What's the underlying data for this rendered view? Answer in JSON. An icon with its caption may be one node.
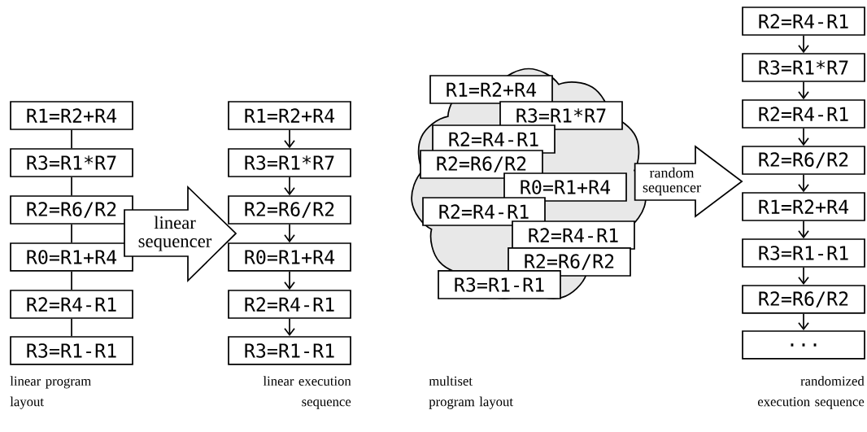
{
  "diagram": {
    "nodes": [
      {
        "text": [
          "R1=R2+R4"
        ]
      },
      {
        "text": [
          "R3=R1*R7"
        ]
      },
      {
        "text": [
          "R2=R6/R2"
        ]
      },
      {
        "text": [
          "R0=R1+R4"
        ]
      },
      {
        "text": [
          "R2=R4-R1"
        ]
      },
      {
        "text": [
          "R3=R1-R1"
        ],
        "beside": [
          "linear program layout"
        ]
      },
      {
        "text": [
          "linear sequencer"
        ]
      },
      {
        "text": [
          "R1=R2+R4"
        ]
      },
      {
        "text": [
          "R3=R1*R7"
        ]
      },
      {
        "text": [
          "R2=R6/R2"
        ]
      },
      {
        "text": [
          "R0=R1+R4"
        ]
      },
      {
        "text": [
          "R2=R4-R1"
        ]
      },
      {
        "text": [
          "R3=R1-R1"
        ],
        "beside": [
          "linear execution sequence"
        ]
      },
      {
        "text": [],
        "shape": "cloud"
      },
      {
        "text": [
          "R1=R2+R4"
        ],
        "in": 13
      },
      {
        "text": [
          "R3=R1*R7"
        ],
        "in": 13
      },
      {
        "text": [
          "R2=R4-R1"
        ],
        "in": 13
      },
      {
        "text": [
          "R2=R6/R2"
        ],
        "in": 13
      },
      {
        "text": [
          "R0=R1+R4"
        ],
        "in": 13
      },
      {
        "text": [
          "R2=R4-R1"
        ],
        "in": 13
      },
      {
        "text": [
          "R2=R4-R1"
        ],
        "in": 13
      },
      {
        "text": [
          "R2=R6/R2"
        ],
        "in": 13
      },
      {
        "text": [
          "R3=R1-R1"
        ],
        "in": 13
      },
      {
        "text": [
          "R2=R4-R1"
        ]
      },
      {
        "text": [
          "R3=R1*R7"
        ]
      },
      {
        "text": [
          "R2=R4-R1"
        ]
      },
      {
        "text": [
          "R2=R6/R2"
        ]
      },
      {
        "text": [
          "R1=R2+R4"
        ]
      },
      {
        "text": [
          "R3=R1-R1"
        ]
      },
      {
        "text": [
          "R2=R6/R2"
        ]
      },
      {
        "text": [
          "..."
        ],
        "beside": [
          "randomized execution sequence"
        ]
      }
    ],
    "edges": [
      {
        "from": 0,
        "to": 1,
        "arrow": "none"
      },
      {
        "from": 1,
        "to": 2,
        "arrow": "none"
      },
      {
        "from": 2,
        "to": 3,
        "arrow": "none"
      },
      {
        "from": 3,
        "to": 4,
        "arrow": "none"
      },
      {
        "from": 4,
        "to": 5,
        "arrow": "none"
      },
      {
        "from": 7,
        "to": 8,
        "arrow": "to"
      },
      {
        "from": 8,
        "to": 9,
        "arrow": "to"
      },
      {
        "from": 9,
        "to": 10,
        "arrow": "to"
      },
      {
        "from": 10,
        "to": 11,
        "arrow": "to"
      },
      {
        "from": 11,
        "to": 12,
        "arrow": "to"
      },
      {
        "from": 13,
        "to": 26,
        "arrow": "to",
        "label": "random sequencer"
      },
      {
        "from": 23,
        "to": 24,
        "arrow": "to"
      },
      {
        "from": 24,
        "to": 25,
        "arrow": "to"
      },
      {
        "from": 25,
        "to": 26,
        "arrow": "to"
      },
      {
        "from": 26,
        "to": 27,
        "arrow": "to"
      },
      {
        "from": 27,
        "to": 28,
        "arrow": "to"
      },
      {
        "from": 28,
        "to": 29,
        "arrow": "to"
      },
      {
        "from": 29,
        "to": 30,
        "arrow": "to"
      }
    ],
    "labels": [
      "multiset program layout"
    ]
  }
}
